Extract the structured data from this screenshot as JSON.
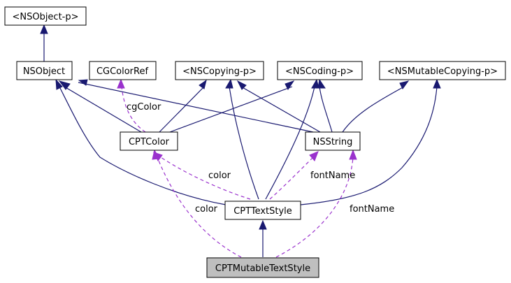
{
  "nodes": {
    "nsobject_p": "<NSObject-p>",
    "nsobject": "NSObject",
    "cgcolorref": "CGColorRef",
    "nscopying_p": "<NSCopying-p>",
    "nscoding_p": "<NSCoding-p>",
    "nsmutablecopying_p": "<NSMutableCopying-p>",
    "cptcolor": "CPTColor",
    "nsstring": "NSString",
    "cpttextstyle": "CPTTextStyle",
    "cptmutabletextstyle": "CPTMutableTextStyle"
  },
  "edge_labels": {
    "cgcolor": "cgColor",
    "color_style": "color",
    "fontname_style": "fontName",
    "color_mutable": "color",
    "fontname_mutable": "fontName"
  },
  "colors": {
    "inheritance": "#191970",
    "usage": "#9a32cd",
    "current_node_fill": "#bfbfbf"
  }
}
